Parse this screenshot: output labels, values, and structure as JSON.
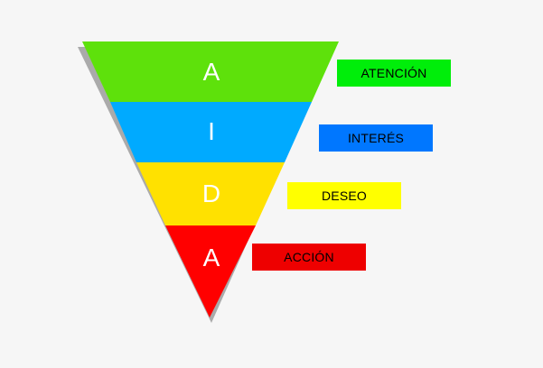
{
  "funnel": {
    "stages": [
      {
        "letter": "A",
        "label": "ATENCIÓN",
        "color": "#5ee10b",
        "label_bg": "#00ee0a"
      },
      {
        "letter": "I",
        "label": "INTERÉS",
        "color": "#00aaff",
        "label_bg": "#0077ff"
      },
      {
        "letter": "D",
        "label": "DESEO",
        "color": "#ffe100",
        "label_bg": "#ffff00"
      },
      {
        "letter": "A",
        "label": "ACCIÓN",
        "color": "#ff0000",
        "label_bg": "#ee0000"
      }
    ],
    "shadow_color": "#aaaaaa"
  }
}
